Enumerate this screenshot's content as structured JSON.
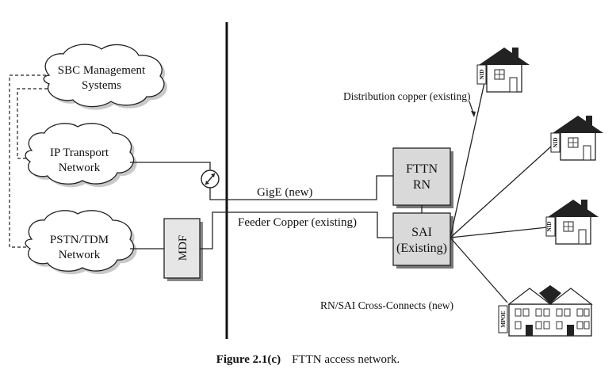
{
  "clouds": {
    "sbc": [
      "SBC Management",
      "Systems"
    ],
    "ip": [
      "IP Transport",
      "Network"
    ],
    "pstn": [
      "PSTN/TDM",
      "Network"
    ]
  },
  "mdf": "MDF",
  "links": {
    "gige": "GigE (new)",
    "feeder": "Feeder Copper (existing)",
    "distribution": "Distribution copper (existing)",
    "cross_connects": "RN/SAI Cross-Connects (new)"
  },
  "fttn_rn": [
    "FTTN",
    "RN"
  ],
  "sai": [
    "SAI",
    "(Existing)"
  ],
  "house_labels": {
    "nid": "NID",
    "mpoe": "MPOE"
  },
  "caption": {
    "number": "Figure 2.1(c)",
    "text": "FTTN access network."
  }
}
